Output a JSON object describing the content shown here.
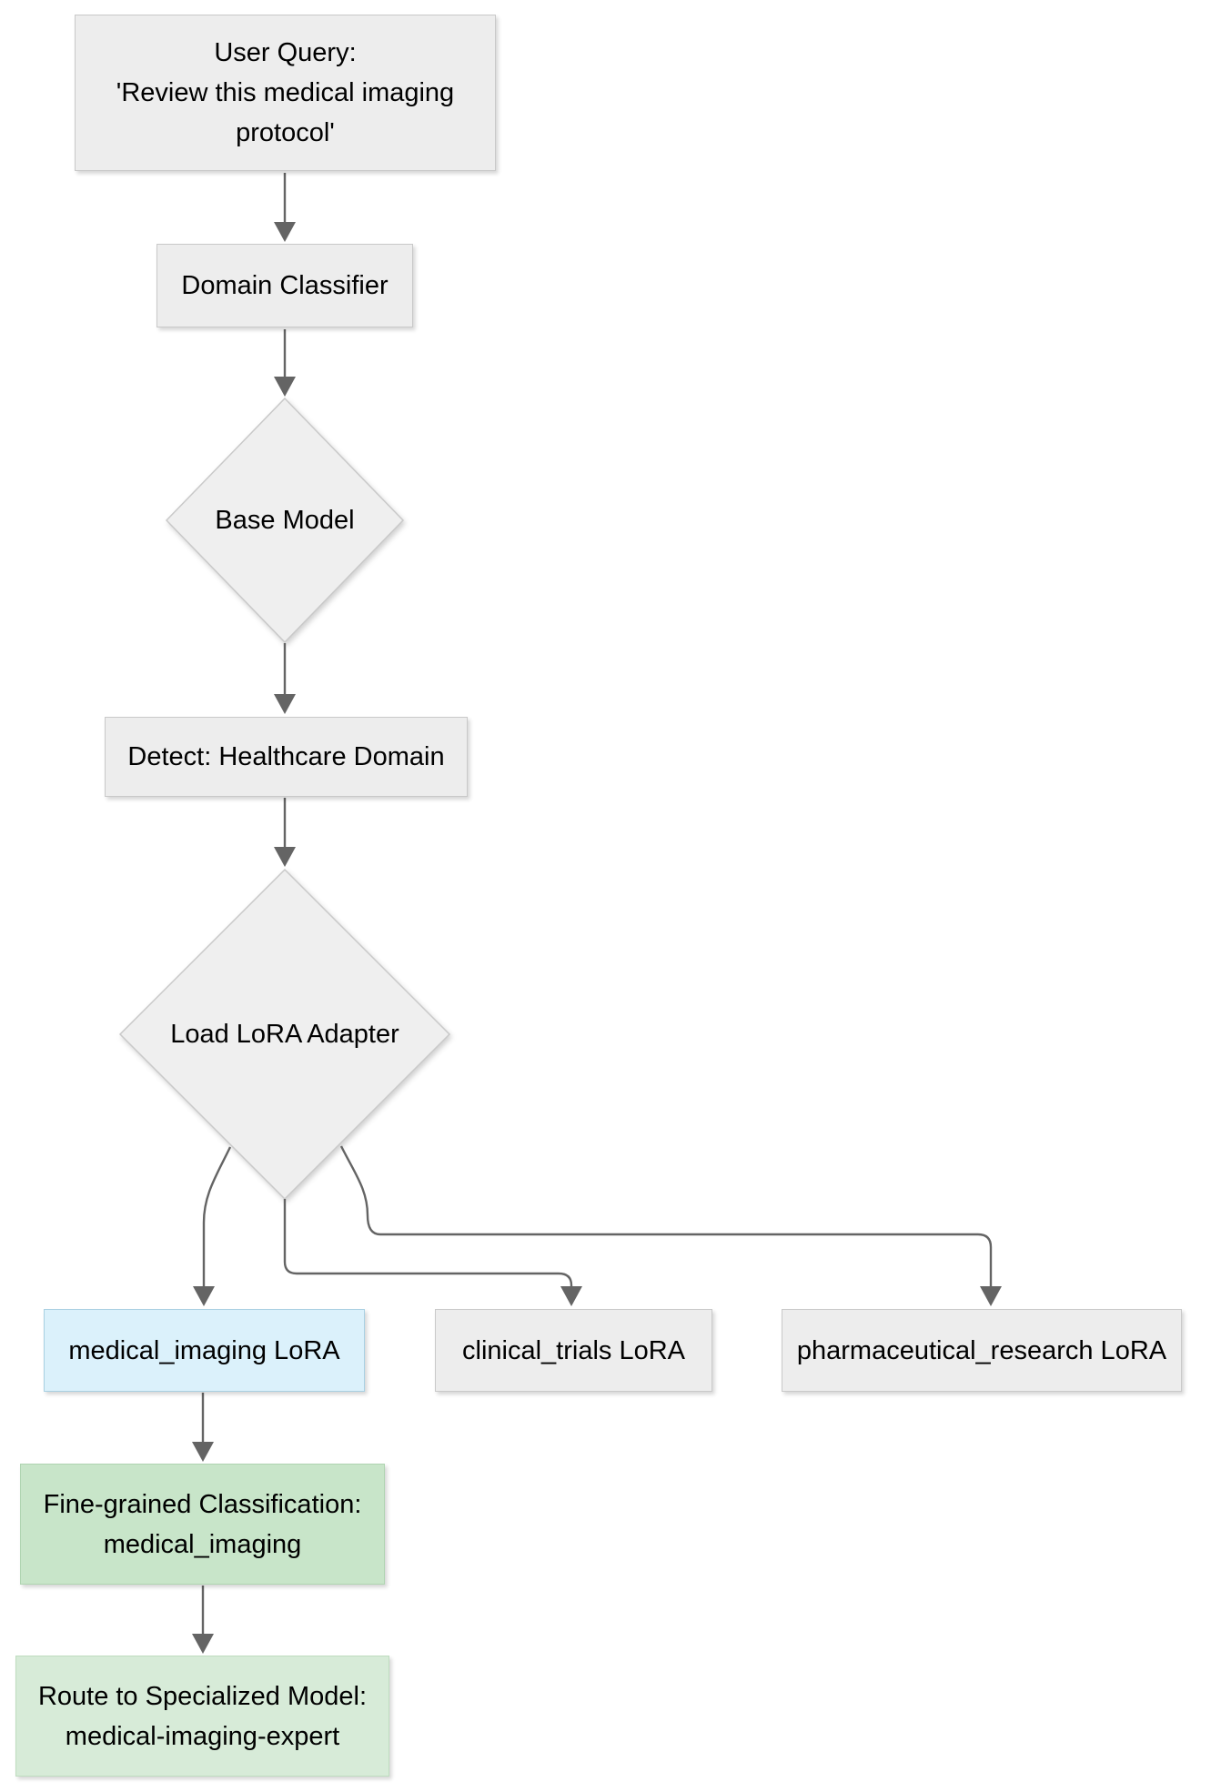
{
  "diagram": {
    "type": "flowchart",
    "direction": "top-down",
    "nodes": {
      "user_query": {
        "shape": "rectangle",
        "line1": "User Query:",
        "line2": "'Review this medical imaging",
        "line3": "protocol'"
      },
      "domain_classifier": {
        "shape": "rectangle",
        "label": "Domain Classifier"
      },
      "base_model": {
        "shape": "diamond",
        "label": "Base Model"
      },
      "detect_domain": {
        "shape": "rectangle",
        "label": "Detect: Healthcare Domain"
      },
      "load_lora_adapter": {
        "shape": "diamond",
        "label": "Load LoRA Adapter"
      },
      "medical_imaging_lora": {
        "shape": "rectangle",
        "label": "medical_imaging LoRA",
        "highlighted": true
      },
      "clinical_trials_lora": {
        "shape": "rectangle",
        "label": "clinical_trials LoRA"
      },
      "pharmaceutical_research_lora": {
        "shape": "rectangle",
        "label": "pharmaceutical_research LoRA"
      },
      "fine_grained_classification": {
        "shape": "rectangle",
        "line1": "Fine-grained Classification:",
        "line2": "medical_imaging"
      },
      "route_specialized_model": {
        "shape": "rectangle",
        "line1": "Route to Specialized Model:",
        "line2": "medical-imaging-expert"
      }
    },
    "edges": [
      {
        "from": "user_query",
        "to": "domain_classifier"
      },
      {
        "from": "domain_classifier",
        "to": "base_model"
      },
      {
        "from": "base_model",
        "to": "detect_domain"
      },
      {
        "from": "detect_domain",
        "to": "load_lora_adapter"
      },
      {
        "from": "load_lora_adapter",
        "to": "medical_imaging_lora"
      },
      {
        "from": "load_lora_adapter",
        "to": "clinical_trials_lora"
      },
      {
        "from": "load_lora_adapter",
        "to": "pharmaceutical_research_lora"
      },
      {
        "from": "medical_imaging_lora",
        "to": "fine_grained_classification"
      },
      {
        "from": "fine_grained_classification",
        "to": "route_specialized_model"
      }
    ],
    "colors": {
      "background": "#ffffff",
      "default_node_fill": "#ededed",
      "default_node_border": "#c9c9c9",
      "diamond_fill": "#efefef",
      "highlight_fill": "#dbf1fb",
      "highlight_border": "#a9d0e2",
      "classification_fill": "#c8e5c9",
      "classification_border": "#afd4b1",
      "route_fill": "#d7ebd8",
      "route_border": "#bedcbf",
      "edge": "#646464",
      "text": "#000000"
    }
  }
}
